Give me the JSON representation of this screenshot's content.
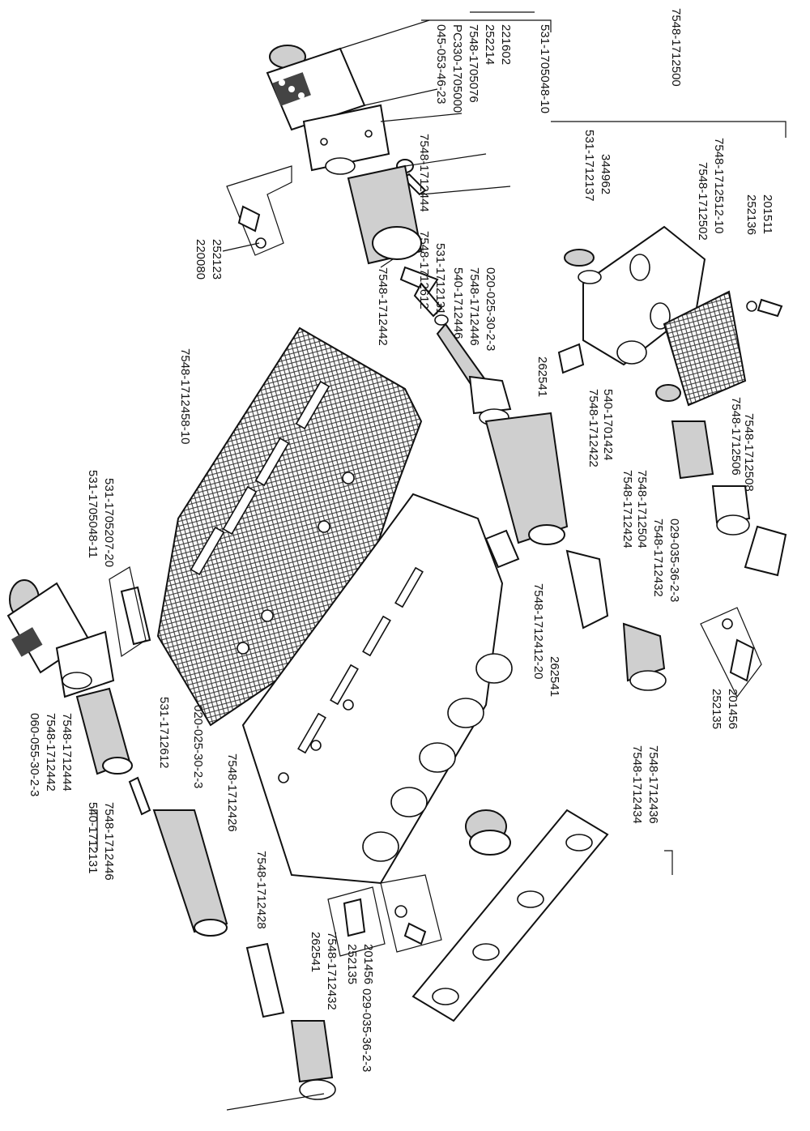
{
  "labels": {
    "top_group": [
      "045-053-46-23",
      "PC330-1705000",
      "7548-1705076",
      "252214",
      "221602"
    ],
    "top_assembly": "531-1705048-10",
    "right_assembly": "7548-1712500",
    "right_group": [
      "531-1712137",
      "344962",
      "7548-1712502",
      "7548-1712512-10",
      "252136",
      "201511"
    ],
    "top_screw": [
      "220080",
      "252123"
    ],
    "upper_spool": [
      "7548-1712612",
      "531-1712131",
      "540-1712446",
      "7548-1712446",
      "020-025-30-2-3",
      "262541",
      "7548-1712442",
      "7548-1712422",
      "540-1701424"
    ],
    "mid_spool": [
      "7548-1712424",
      "7548-1712504",
      "7548-1712432",
      "029-035-36-2-3",
      "7548-1712506",
      "7548-1712508"
    ],
    "gasket_top": "7548-1712458-10",
    "body": [
      "7548-1712412-20",
      "262541"
    ],
    "right_screw": [
      "252135",
      "201456"
    ],
    "left_solenoid": [
      "531-1705048-11",
      "531-1705207-20"
    ],
    "left_spool": [
      "060-055-30-2-3",
      "7548-1712442",
      "7548-1712444",
      "540-1712131",
      "7548-1712446",
      "531-1712612",
      "020-025-30-2-3",
      "7548-1712426",
      "7548-1712428",
      "7548-1712432",
      "029-035-36-2-3"
    ],
    "bottom_screws": [
      "262541",
      "7548-1712432",
      "252135",
      "201456"
    ],
    "bottom_plate": [
      "7548-1712434",
      "7548-1712436"
    ],
    "upper_spool_extra": "7548-1712444"
  }
}
